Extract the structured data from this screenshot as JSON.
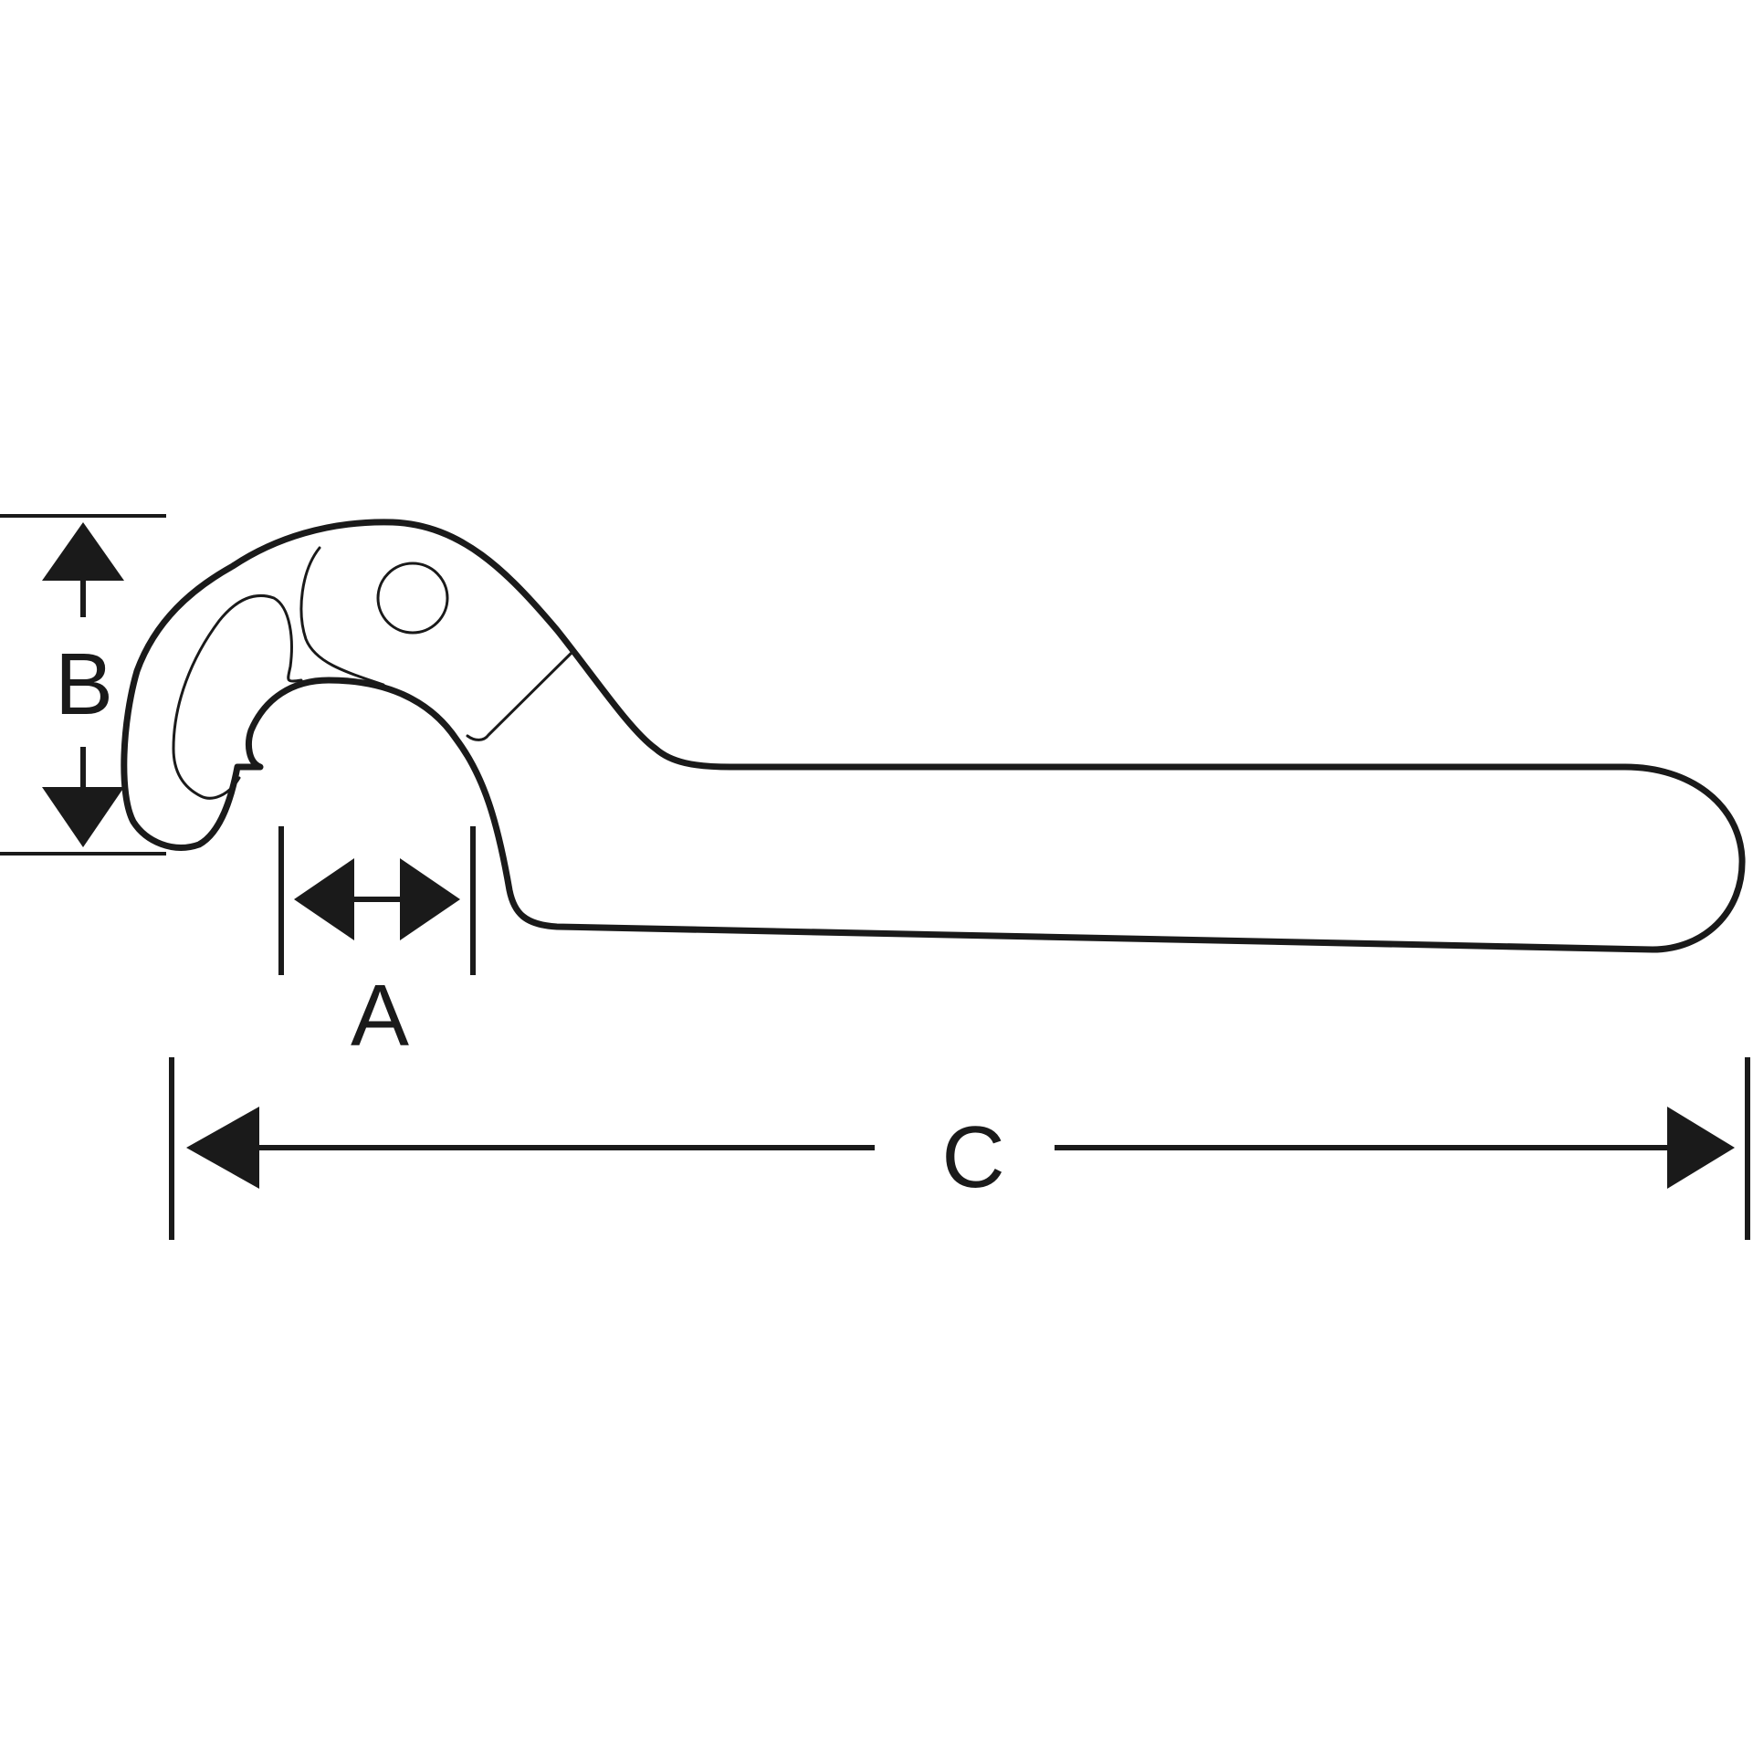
{
  "dimensions": {
    "a": {
      "label": "A"
    },
    "b": {
      "label": "B"
    },
    "c": {
      "label": "C"
    }
  },
  "colors": {
    "stroke": "#1a1a1a",
    "background": "#ffffff"
  }
}
